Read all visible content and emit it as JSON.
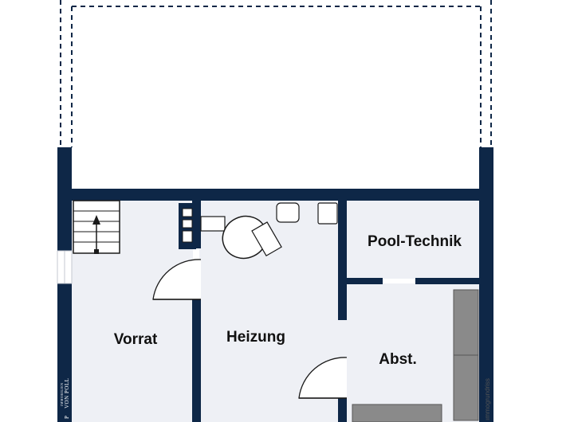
{
  "colors": {
    "wall": "#0e2747",
    "floor": "#eef0f5",
    "terrace": "#ffffff",
    "dashed": "#0e2747",
    "shelf": "#8a8a8a"
  },
  "rooms": {
    "vorrat": "Vorrat",
    "heizung": "Heizung",
    "pool_technik": "Pool-Technik",
    "abst": "Abst."
  },
  "branding": {
    "logo_main": "VON POLL",
    "logo_sub": "IMMOBILIEN",
    "logo_initial": "P",
    "watermark": "ımmogrundriss"
  },
  "icons": {
    "staircase": "staircase-icon",
    "boiler": "boiler-icon",
    "door_swing": "door-swing-icon",
    "shelving": "shelving-icon"
  }
}
